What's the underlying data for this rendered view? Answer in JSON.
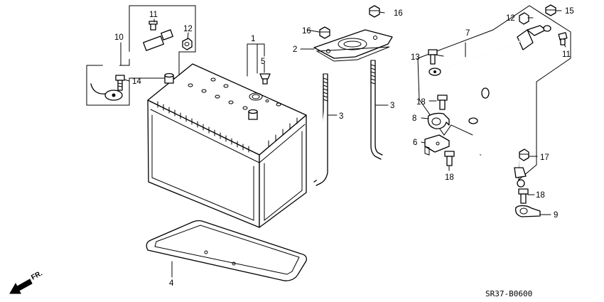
{
  "callouts": {
    "c1": "1",
    "c2": "2",
    "c3a": "3",
    "c3b": "3",
    "c4": "4",
    "c5": "5",
    "c6": "6",
    "c7": "7",
    "c8": "8",
    "c9": "9",
    "c10": "10",
    "c11a": "11",
    "c11b": "11",
    "c12a": "12",
    "c12b": "12",
    "c13": "13",
    "c14": "14",
    "c15": "15",
    "c16a": "16",
    "c16b": "16",
    "c17": "17",
    "c18a": "18",
    "c18b": "18",
    "c18c": "18"
  },
  "direction_label": "FR.",
  "diagram_code": "SR37-B0600"
}
